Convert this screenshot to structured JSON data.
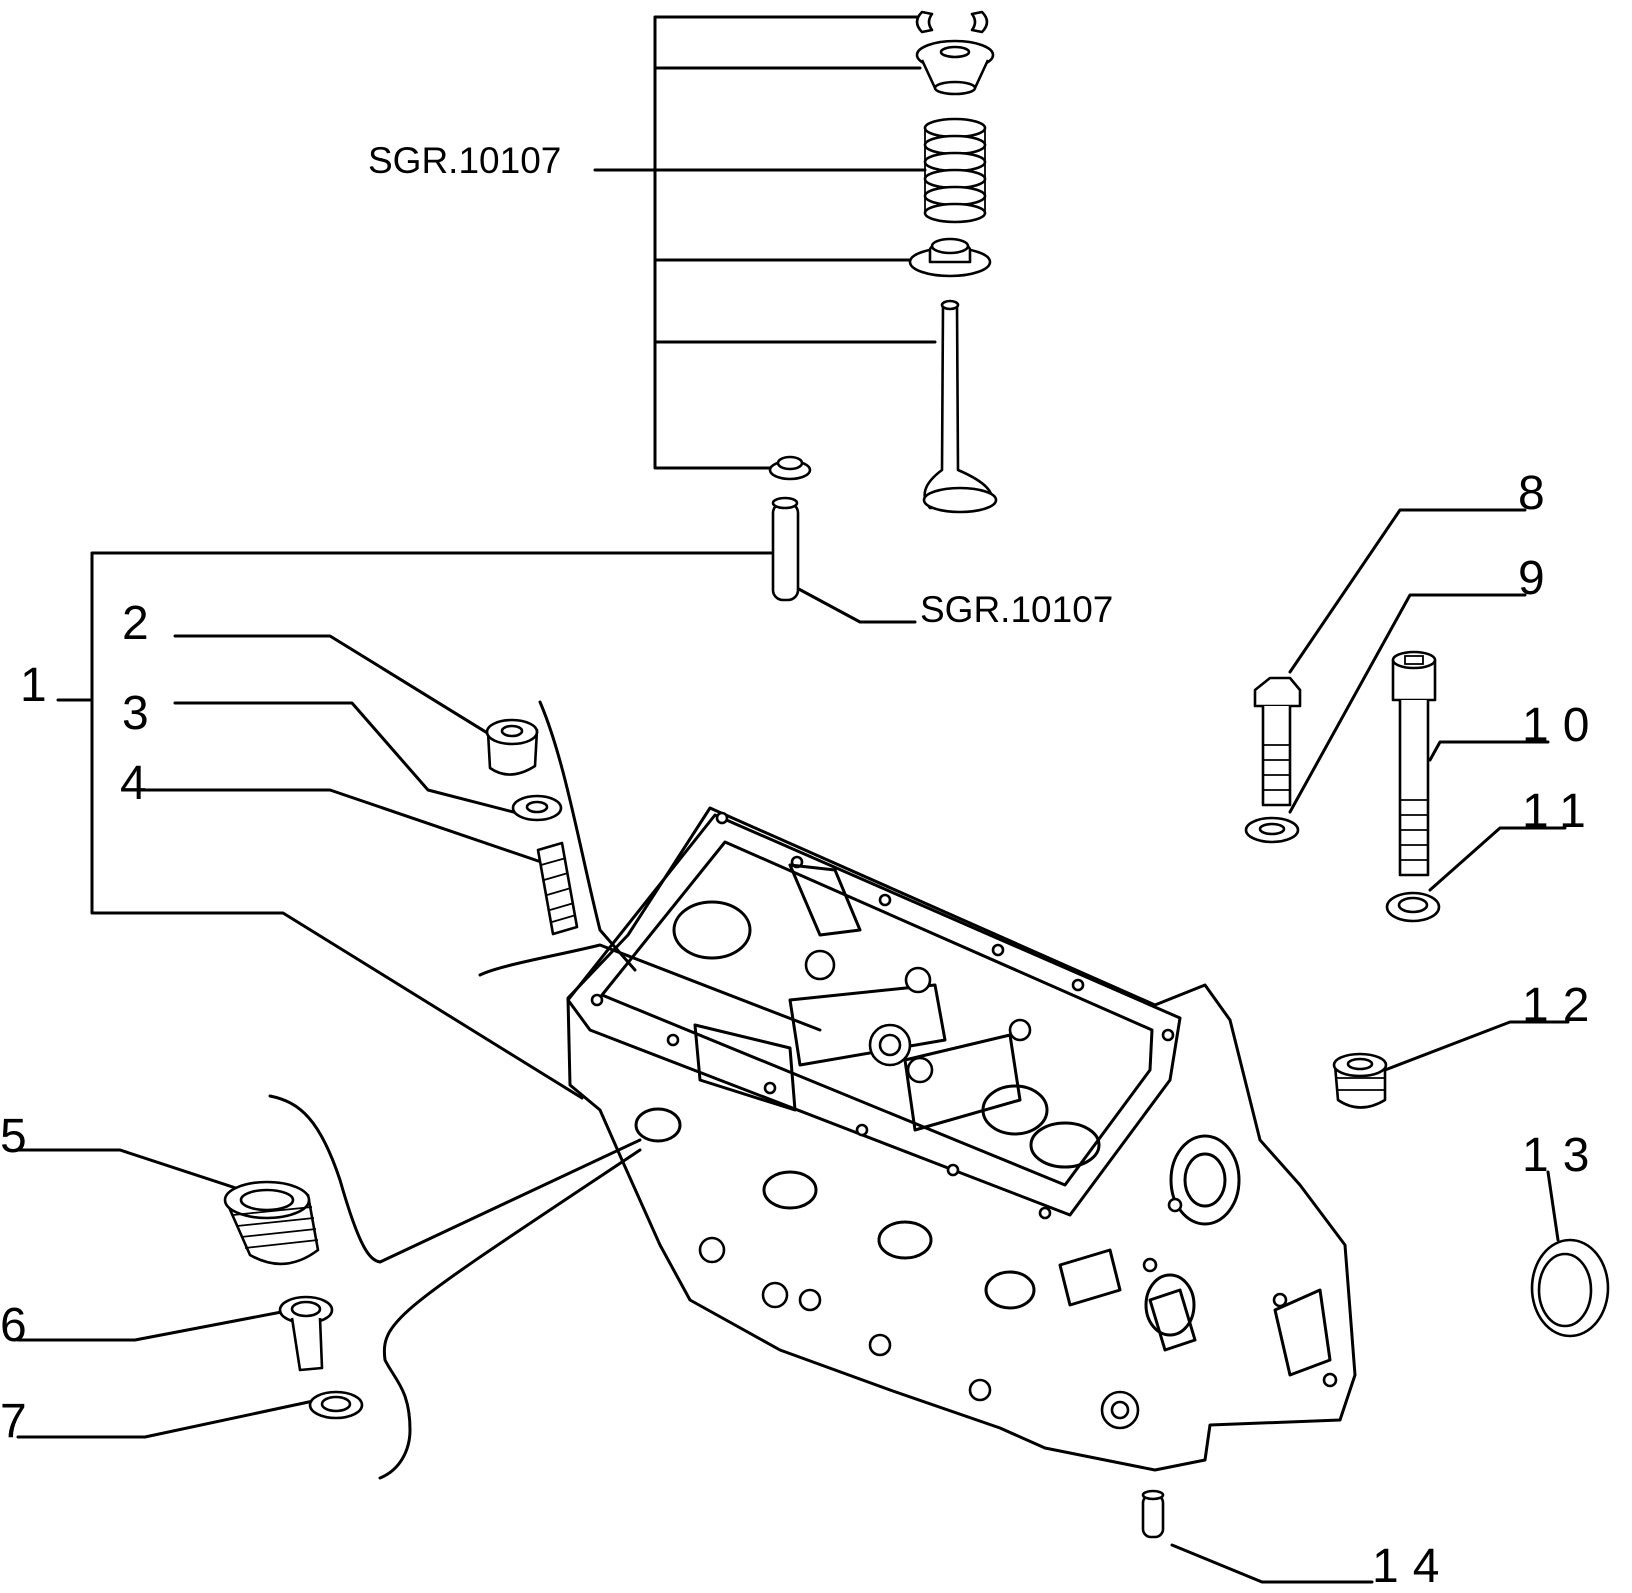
{
  "diagram": {
    "reference_top": "SGR.10107",
    "reference_guide": "SGR.10107",
    "callouts": [
      "1",
      "2",
      "3",
      "4",
      "5",
      "6",
      "7",
      "8",
      "9",
      "10",
      "11",
      "12",
      "13",
      "14"
    ]
  }
}
